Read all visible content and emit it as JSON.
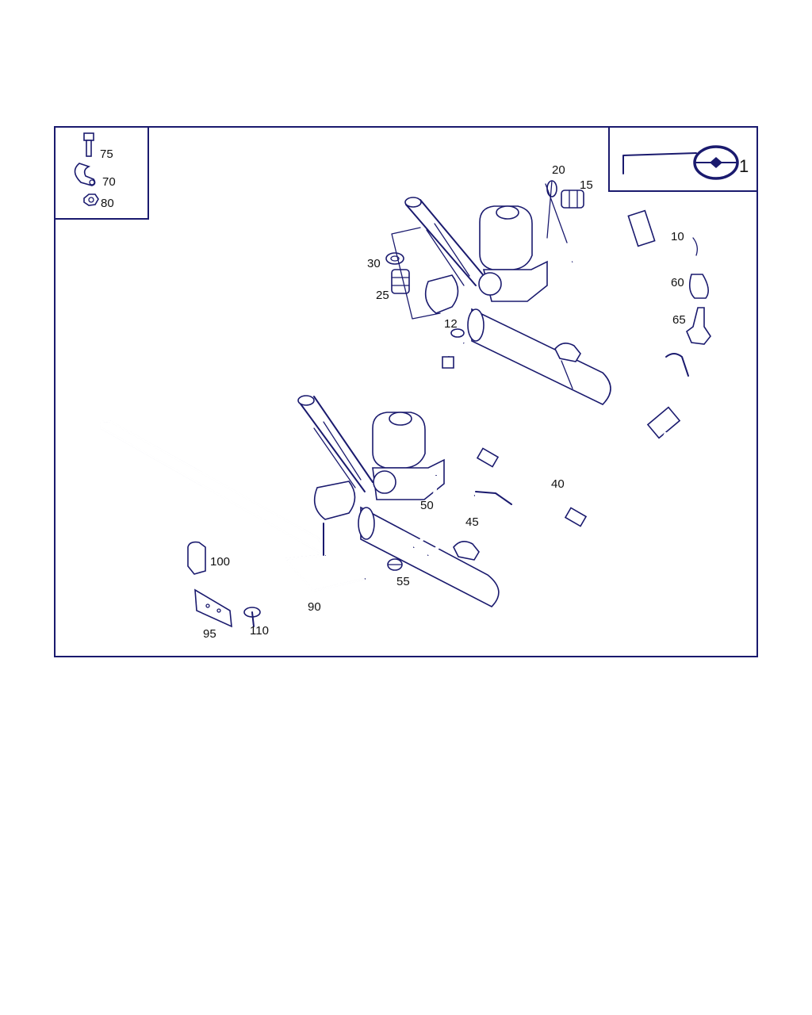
{
  "callouts": {
    "c75": "75",
    "c70": "70",
    "c80": "80",
    "c20": "20",
    "c15": "15",
    "c10": "10",
    "c30": "30",
    "c25": "25",
    "c12": "12",
    "c60": "60",
    "c65": "65",
    "c40": "40",
    "c50": "50",
    "c45": "45",
    "c55": "55",
    "c100": "100",
    "c90": "90",
    "c95": "95",
    "c110": "110"
  },
  "symbol_label": "1",
  "colors": {
    "ink": "#1a1a6e",
    "text": "#111111",
    "background": "#ffffff"
  },
  "icons": [
    "steering-wheel-icon",
    "bolt-icon",
    "clamp-icon",
    "nut-icon"
  ]
}
